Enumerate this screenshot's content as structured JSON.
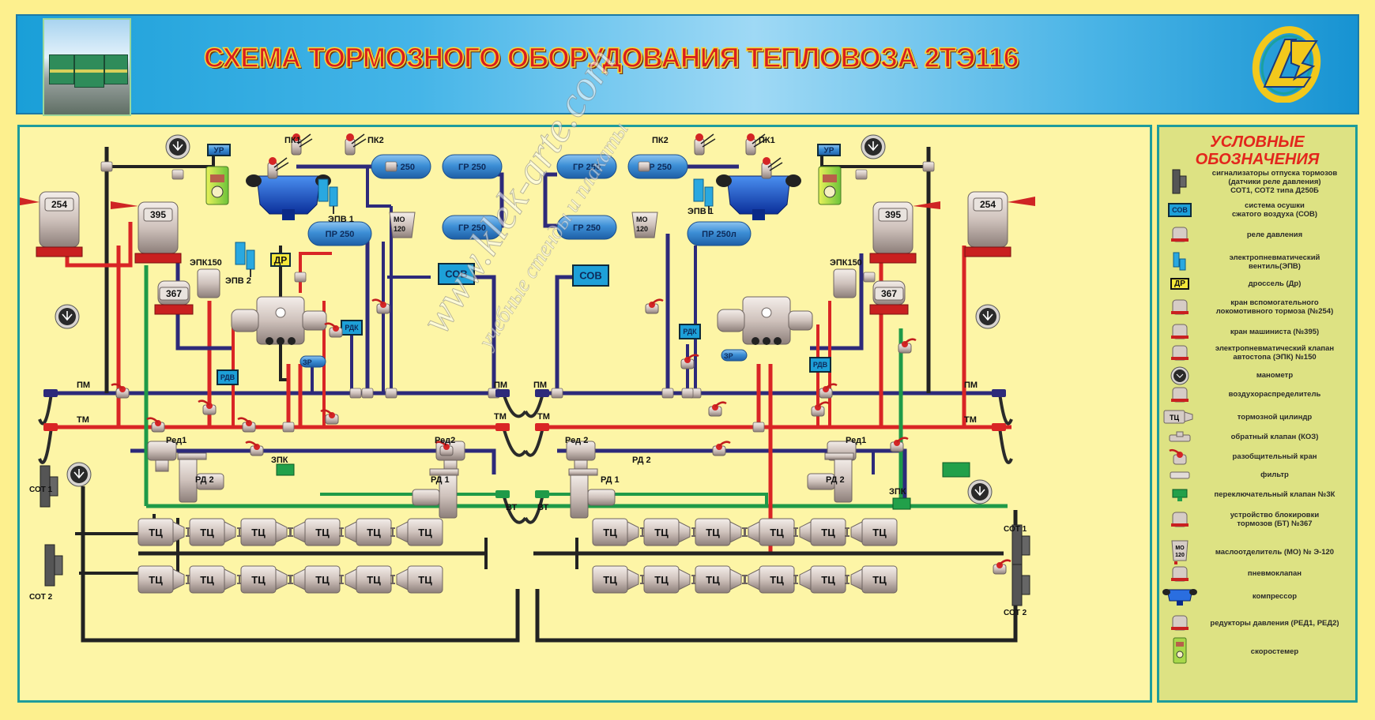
{
  "header": {
    "title": "СХЕМА ТОРМОЗНОГО ОБОРУДОВАНИЯ ТЕПЛОВОЗА 2ТЭ116",
    "photo": "locomotive-photo",
    "logo": "ЛЗ"
  },
  "watermark": {
    "line1": "www.klek-arte.com",
    "line2": "учебные стенды и плакаты"
  },
  "colors": {
    "feed_line": "#2d2a7a",
    "brake_line": "#d92525",
    "auxiliary_line": "#1f9a48",
    "cylinder_line": "#222222",
    "tank_blue": "#3d8fd6",
    "box_blue": "#1da0d8"
  },
  "diagram": {
    "left": {
      "tap_254": "254",
      "tap_395": "395",
      "bt_367": "367",
      "epk": "ЭПК150",
      "ur": "УР",
      "pk1": "ПК1",
      "pk2": "ПК2",
      "epv1": "ЭПВ 1",
      "epv2": "ЭПВ 2",
      "dr": "ДР",
      "pr": "ПР 250",
      "gr1": "ГР 250",
      "gr2": "ГР 250",
      "gr3": "ГР 250",
      "mo": [
        "МО",
        "120"
      ],
      "sov": "СОВ",
      "rdk": "РДК",
      "rdv": "РДВ",
      "zr": "ЗР",
      "pm": "ПМ",
      "tm": "ТМ",
      "pm_mid": "ПМ",
      "tm_mid": "ТМ",
      "red1": "Ред1",
      "red2": "Ред2",
      "rd2": "РД 2",
      "rd1": "РД 1",
      "zpk": "ЗПК",
      "vt": "ВТ",
      "sot1": "СОТ 1",
      "sot2": "СОТ 2"
    },
    "right": {
      "tap_254": "254",
      "tap_395": "395",
      "bt_367": "367",
      "epk": "ЭПК150",
      "ur": "УР",
      "pk1": "ПК1",
      "pk2": "ПК2",
      "epv1": "ЭПВ 1",
      "pr": "ПР 250л",
      "gr1": "ГР 250",
      "gr2": "ГР 250",
      "gr3": "ГР 250",
      "mo": [
        "МО",
        "120"
      ],
      "sov": "СОВ",
      "rdk": "РДК",
      "rdv": "РДВ",
      "zr": "ЗР",
      "pm": "ПМ",
      "tm": "ТМ",
      "pm_mid": "ПМ",
      "tm_mid": "ТМ",
      "red1": "Ред1",
      "red2": "Ред 2",
      "rd2": "РД 2",
      "rd2_b": "РД 2",
      "rd1": "РД 1",
      "zpk": "ЗПК",
      "vt": "ВТ",
      "sot1": "СОТ 1",
      "sot2": "СОТ 2"
    },
    "brake_cylinder": "ТЦ",
    "brake_cylinder_count_per_side": 12
  },
  "legend": {
    "title": [
      "УСЛОВНЫЕ",
      "ОБОЗНАЧЕНИЯ"
    ],
    "items": [
      {
        "icon": "brake-release-signal-icon",
        "text": [
          "сигнализаторы отпуска тормозов",
          "(датчики реле давления)",
          "СОТ1, СОТ2 типа Д250Б"
        ]
      },
      {
        "icon": "air-dryer-icon",
        "icon_label": "СОВ",
        "text": [
          "система осушки",
          "сжатого воздуха (СОВ)"
        ]
      },
      {
        "icon": "pressure-relay-icon",
        "text": [
          "реле давления"
        ]
      },
      {
        "icon": "solenoid-valve-icon",
        "text": [
          "электропневматический",
          "вентиль(ЭПВ)"
        ]
      },
      {
        "icon": "throttle-icon",
        "icon_label": "ДР",
        "text": [
          "дроссель (Др)"
        ]
      },
      {
        "icon": "aux-brake-tap-icon",
        "text": [
          "кран вспомогательного",
          "локомотивного тормоза (№254)"
        ]
      },
      {
        "icon": "driver-tap-icon",
        "text": [
          "кран машиниста (№395)"
        ]
      },
      {
        "icon": "epk-valve-icon",
        "text": [
          "электропневматический клапан",
          "автостопа (ЭПК) №150"
        ]
      },
      {
        "icon": "manometer-icon",
        "text": [
          "манометр"
        ]
      },
      {
        "icon": "air-distributor-icon",
        "text": [
          "воздухораспределитель"
        ]
      },
      {
        "icon": "brake-cylinder-icon",
        "icon_label": "ТЦ",
        "text": [
          "тормозной цилиндр"
        ]
      },
      {
        "icon": "check-valve-icon",
        "text": [
          "обратный клапан (КОЗ)"
        ]
      },
      {
        "icon": "isolating-cock-icon",
        "text": [
          "разобщительный кран"
        ]
      },
      {
        "icon": "filter-icon",
        "text": [
          "фильтр"
        ]
      },
      {
        "icon": "switch-valve-icon",
        "text": [
          "переключательный клапан №3К"
        ]
      },
      {
        "icon": "brake-lock-icon",
        "text": [
          "устройство блокировки",
          "тормозов (БТ) №367"
        ]
      },
      {
        "icon": "oil-separator-icon",
        "icon_label": [
          "МО",
          "120"
        ],
        "text": [
          "маслоотделитель (МО) № Э-120"
        ]
      },
      {
        "icon": "pneumatic-valve-icon",
        "text": [
          "пневмоклапан"
        ]
      },
      {
        "icon": "compressor-icon",
        "text": [
          "компрессор"
        ]
      },
      {
        "icon": "pressure-reducer-icon",
        "text": [
          "редукторы давления (РЕД1, РЕД2)"
        ]
      },
      {
        "icon": "speedometer-icon",
        "text": [
          "скоростемер"
        ]
      }
    ]
  }
}
